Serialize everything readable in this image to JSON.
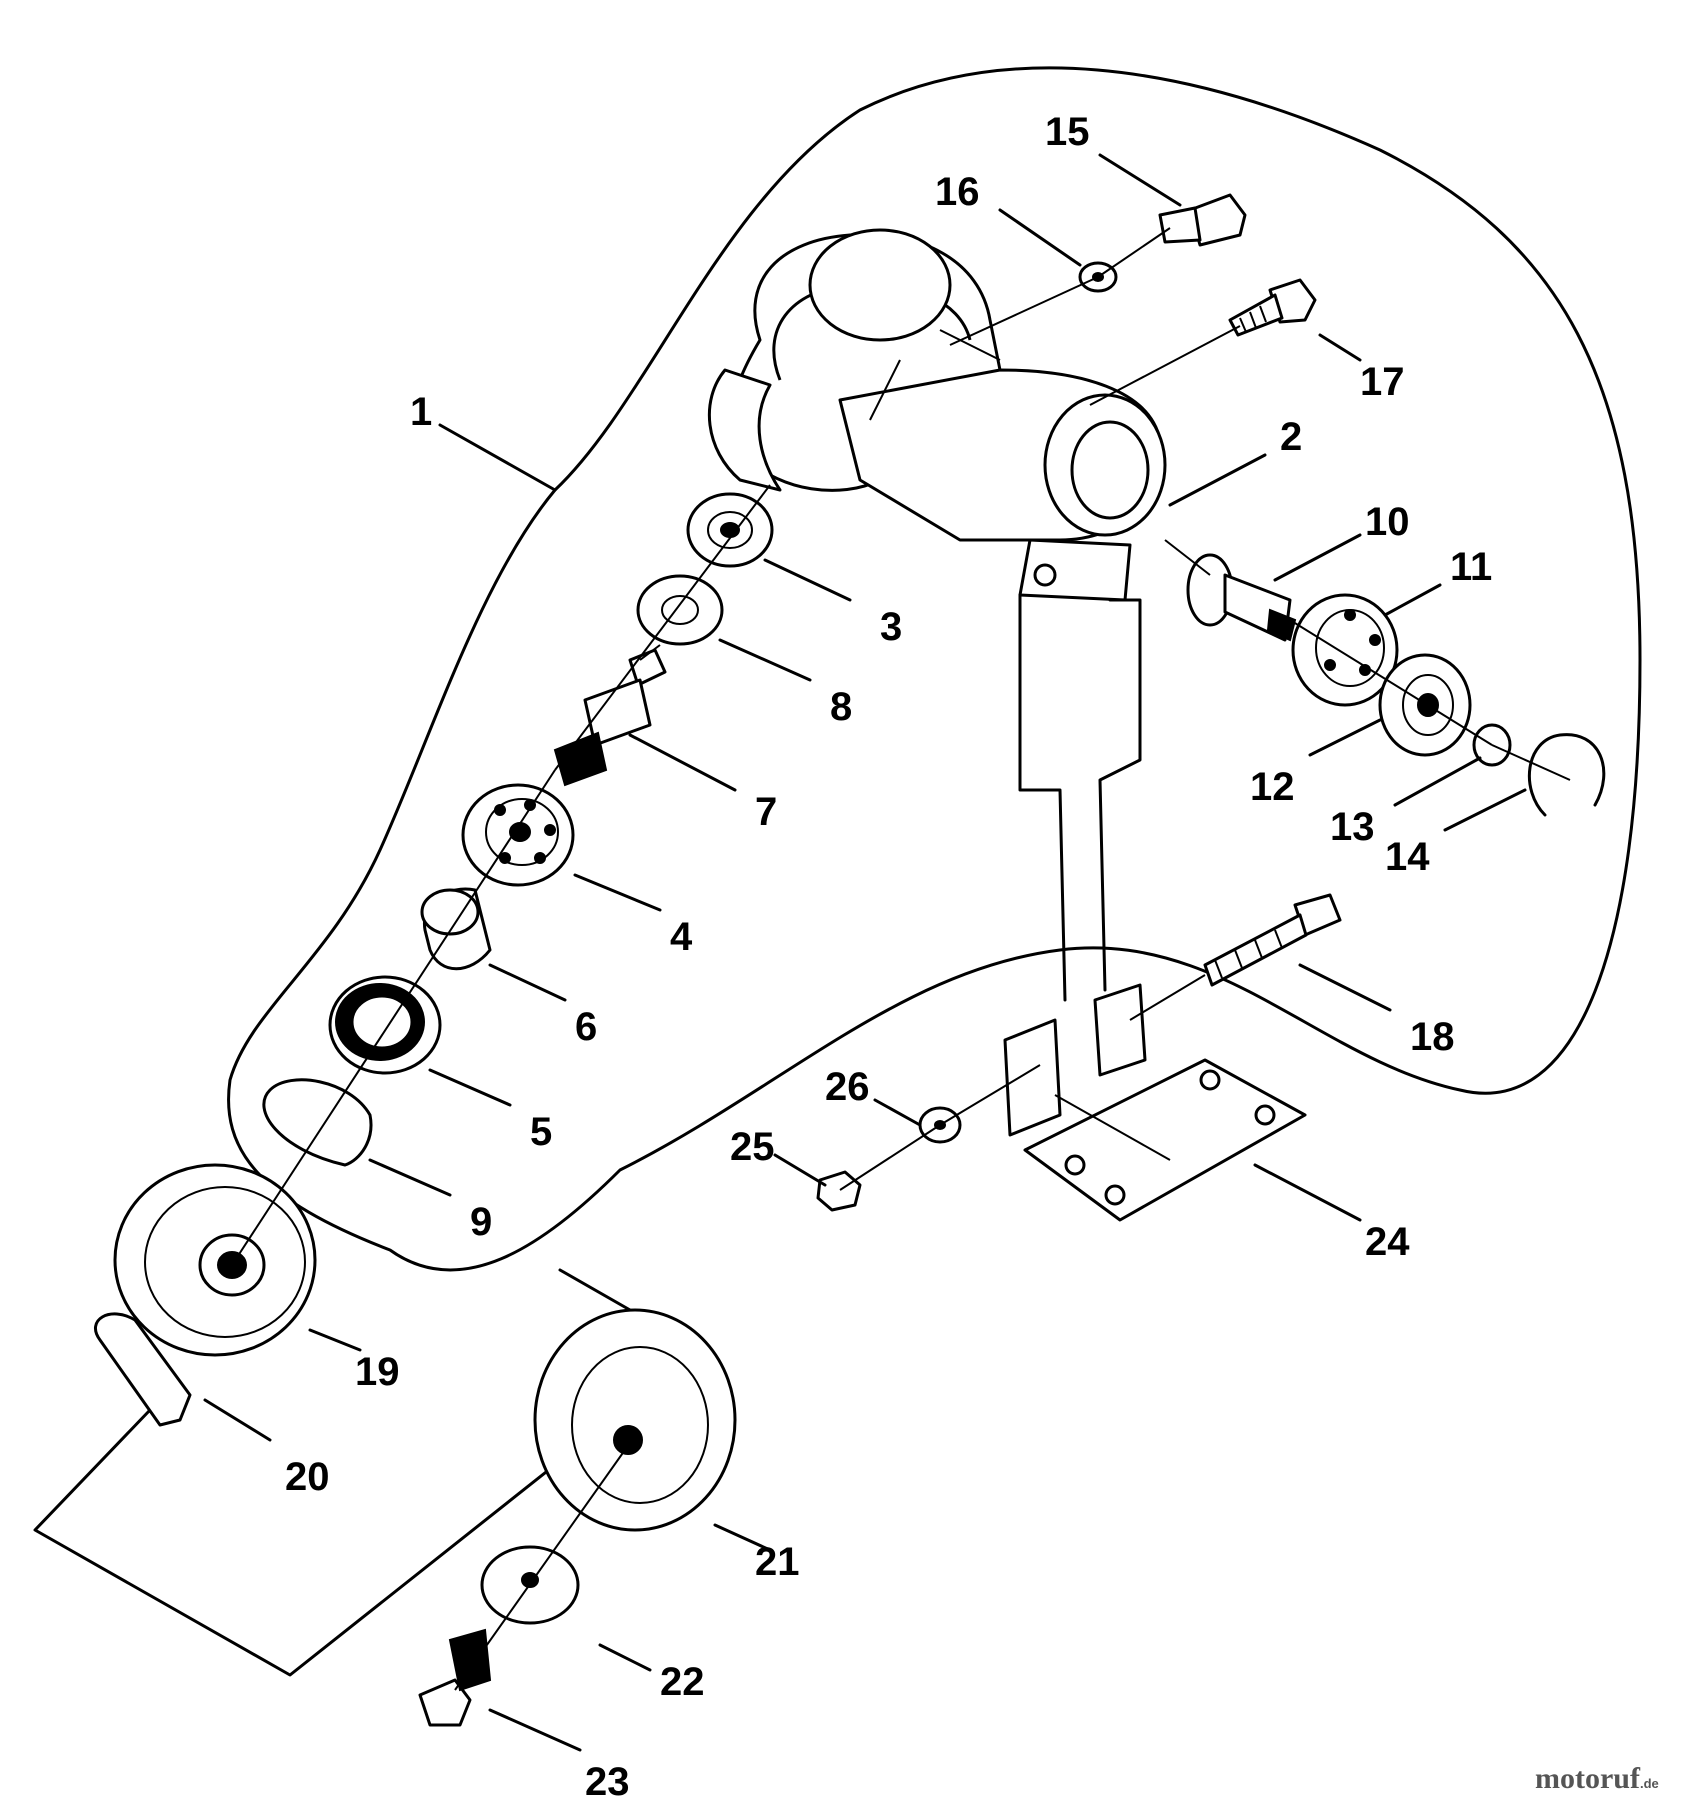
{
  "diagram": {
    "part_numbers": [
      "1",
      "2",
      "3",
      "4",
      "5",
      "6",
      "7",
      "8",
      "9",
      "10",
      "11",
      "12",
      "13",
      "14",
      "15",
      "16",
      "17",
      "18",
      "19",
      "20",
      "21",
      "22",
      "23",
      "24",
      "25",
      "26"
    ]
  },
  "watermark": {
    "brand": "motoruf",
    "suffix": ".de",
    "colors": {
      "m": "#3a9a3a",
      "o": "#2a6db0",
      "rest": "#555555"
    }
  }
}
